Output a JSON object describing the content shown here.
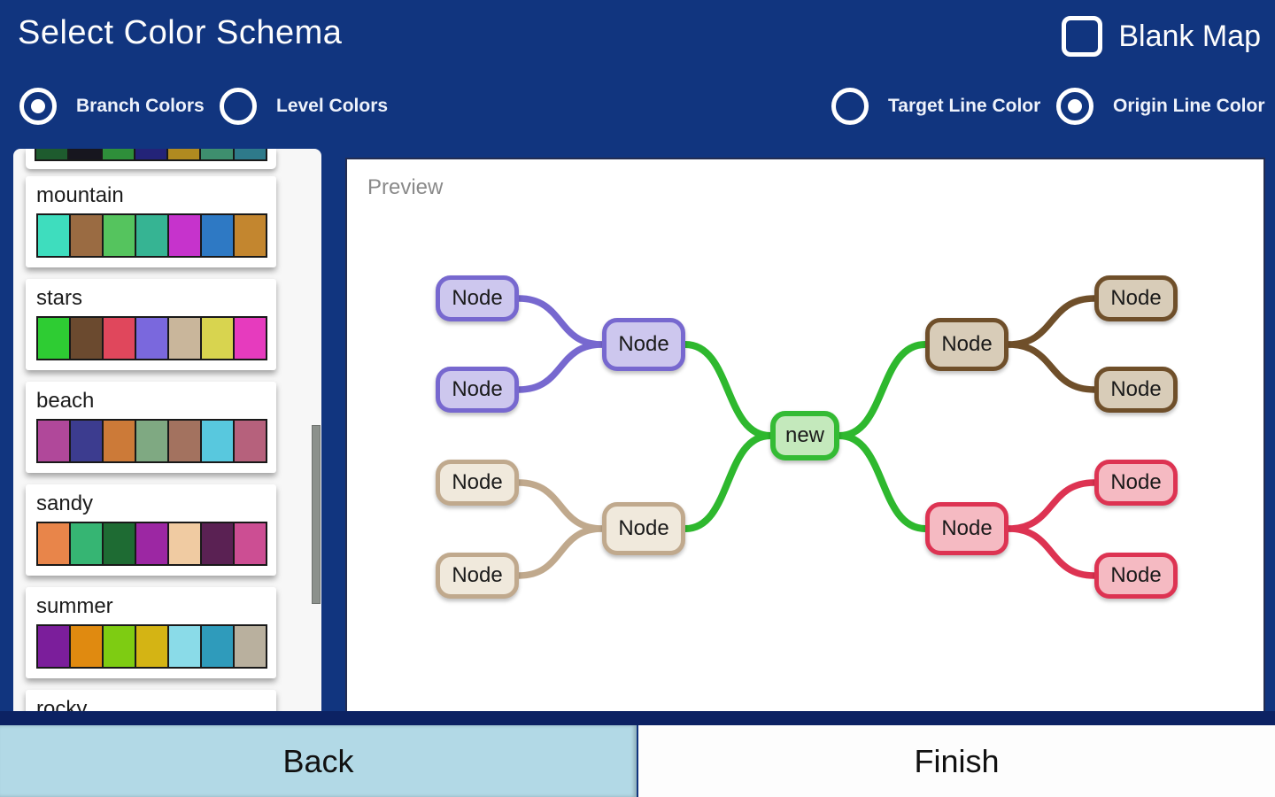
{
  "header": {
    "title": "Select Color Schema",
    "blank_map_label": "Blank Map",
    "blank_map_checked": false,
    "radios": [
      {
        "label": "Branch Colors",
        "selected": true
      },
      {
        "label": "Level Colors",
        "selected": false
      },
      {
        "label": "Target Line Color",
        "selected": false
      },
      {
        "label": "Origin Line Color",
        "selected": true
      }
    ]
  },
  "scheme_list": {
    "clipped_top_colors": [
      "#1e5b2e",
      "#17161f",
      "#2e8f3a",
      "#232378",
      "#b08a20",
      "#3e8f6e",
      "#2e7a8a"
    ],
    "schemes": [
      {
        "name": "mountain",
        "colors": [
          "#3eddbe",
          "#9a6b42",
          "#55c45e",
          "#36b493",
          "#c633cc",
          "#2e79c4",
          "#c3862f"
        ]
      },
      {
        "name": "stars",
        "colors": [
          "#2ecc33",
          "#6b4a2f",
          "#e0475c",
          "#7a68dd",
          "#c9b69b",
          "#d8d44f",
          "#e63bbe"
        ]
      },
      {
        "name": "beach",
        "colors": [
          "#b0489a",
          "#3c3c8f",
          "#cc7a38",
          "#7fa982",
          "#a3725f",
          "#58c8de",
          "#b6617c"
        ]
      },
      {
        "name": "sandy",
        "colors": [
          "#e8854a",
          "#36b573",
          "#1e6b33",
          "#9c27a3",
          "#f0cba2",
          "#5a2153",
          "#cc4e93"
        ]
      },
      {
        "name": "summer",
        "colors": [
          "#7b1e9b",
          "#e08a10",
          "#7ecc12",
          "#d4b414",
          "#8adbe8",
          "#2f9bbb",
          "#b9b09e"
        ]
      },
      {
        "name": "rocky",
        "colors": []
      }
    ]
  },
  "preview": {
    "label": "Preview",
    "map": {
      "root_label": "new",
      "root_fill": "#c4e9bc",
      "root_stroke": "#34bb34",
      "link_color": "#2eb82e",
      "branches": [
        {
          "side": "left",
          "slot": "top",
          "label": "Node",
          "children": [
            "Node",
            "Node"
          ],
          "fill": "#cdc7ee",
          "stroke": "#7768cf"
        },
        {
          "side": "left",
          "slot": "bottom",
          "label": "Node",
          "children": [
            "Node",
            "Node"
          ],
          "fill": "#f0e9dc",
          "stroke": "#c0a98d"
        },
        {
          "side": "right",
          "slot": "top",
          "label": "Node",
          "children": [
            "Node",
            "Node"
          ],
          "fill": "#d8ccb8",
          "stroke": "#6f4f2a"
        },
        {
          "side": "right",
          "slot": "bottom",
          "label": "Node",
          "children": [
            "Node",
            "Node"
          ],
          "fill": "#f5bac2",
          "stroke": "#dd3352"
        }
      ]
    }
  },
  "footer": {
    "back_label": "Back",
    "finish_label": "Finish"
  }
}
